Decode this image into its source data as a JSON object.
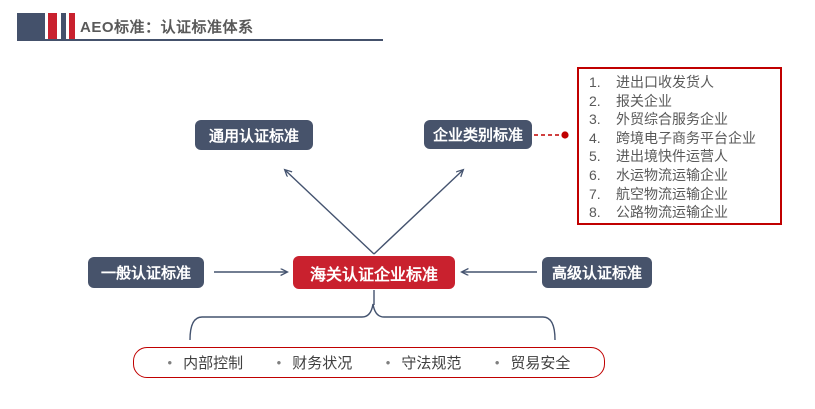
{
  "header": {
    "title": "AEO标准：认证标准体系"
  },
  "colors": {
    "dark_slate": "#47536B",
    "accent_red": "#C9212E",
    "border_red": "#C00000",
    "connector_slate": "#44536F",
    "title_gray": "#595959"
  },
  "nodes": {
    "common": "通用认证标准",
    "category": "企业类别标准",
    "center": "海关认证企业标准",
    "general": "一般认证标准",
    "advanced": "高级认证标准"
  },
  "category_list": {
    "numbers": [
      "1.",
      "2.",
      "3.",
      "4.",
      "5.",
      "6.",
      "7.",
      "8."
    ],
    "items": [
      "进出口收发货人",
      "报关企业",
      "外贸综合服务企业",
      "跨境电子商务平台企业",
      "进出境快件运营人",
      "水运物流运输企业",
      "航空物流运输企业",
      "公路物流运输企业"
    ]
  },
  "criteria": {
    "bullet": "•",
    "items": [
      "内部控制",
      "财务状况",
      "守法规范",
      "贸易安全"
    ]
  }
}
